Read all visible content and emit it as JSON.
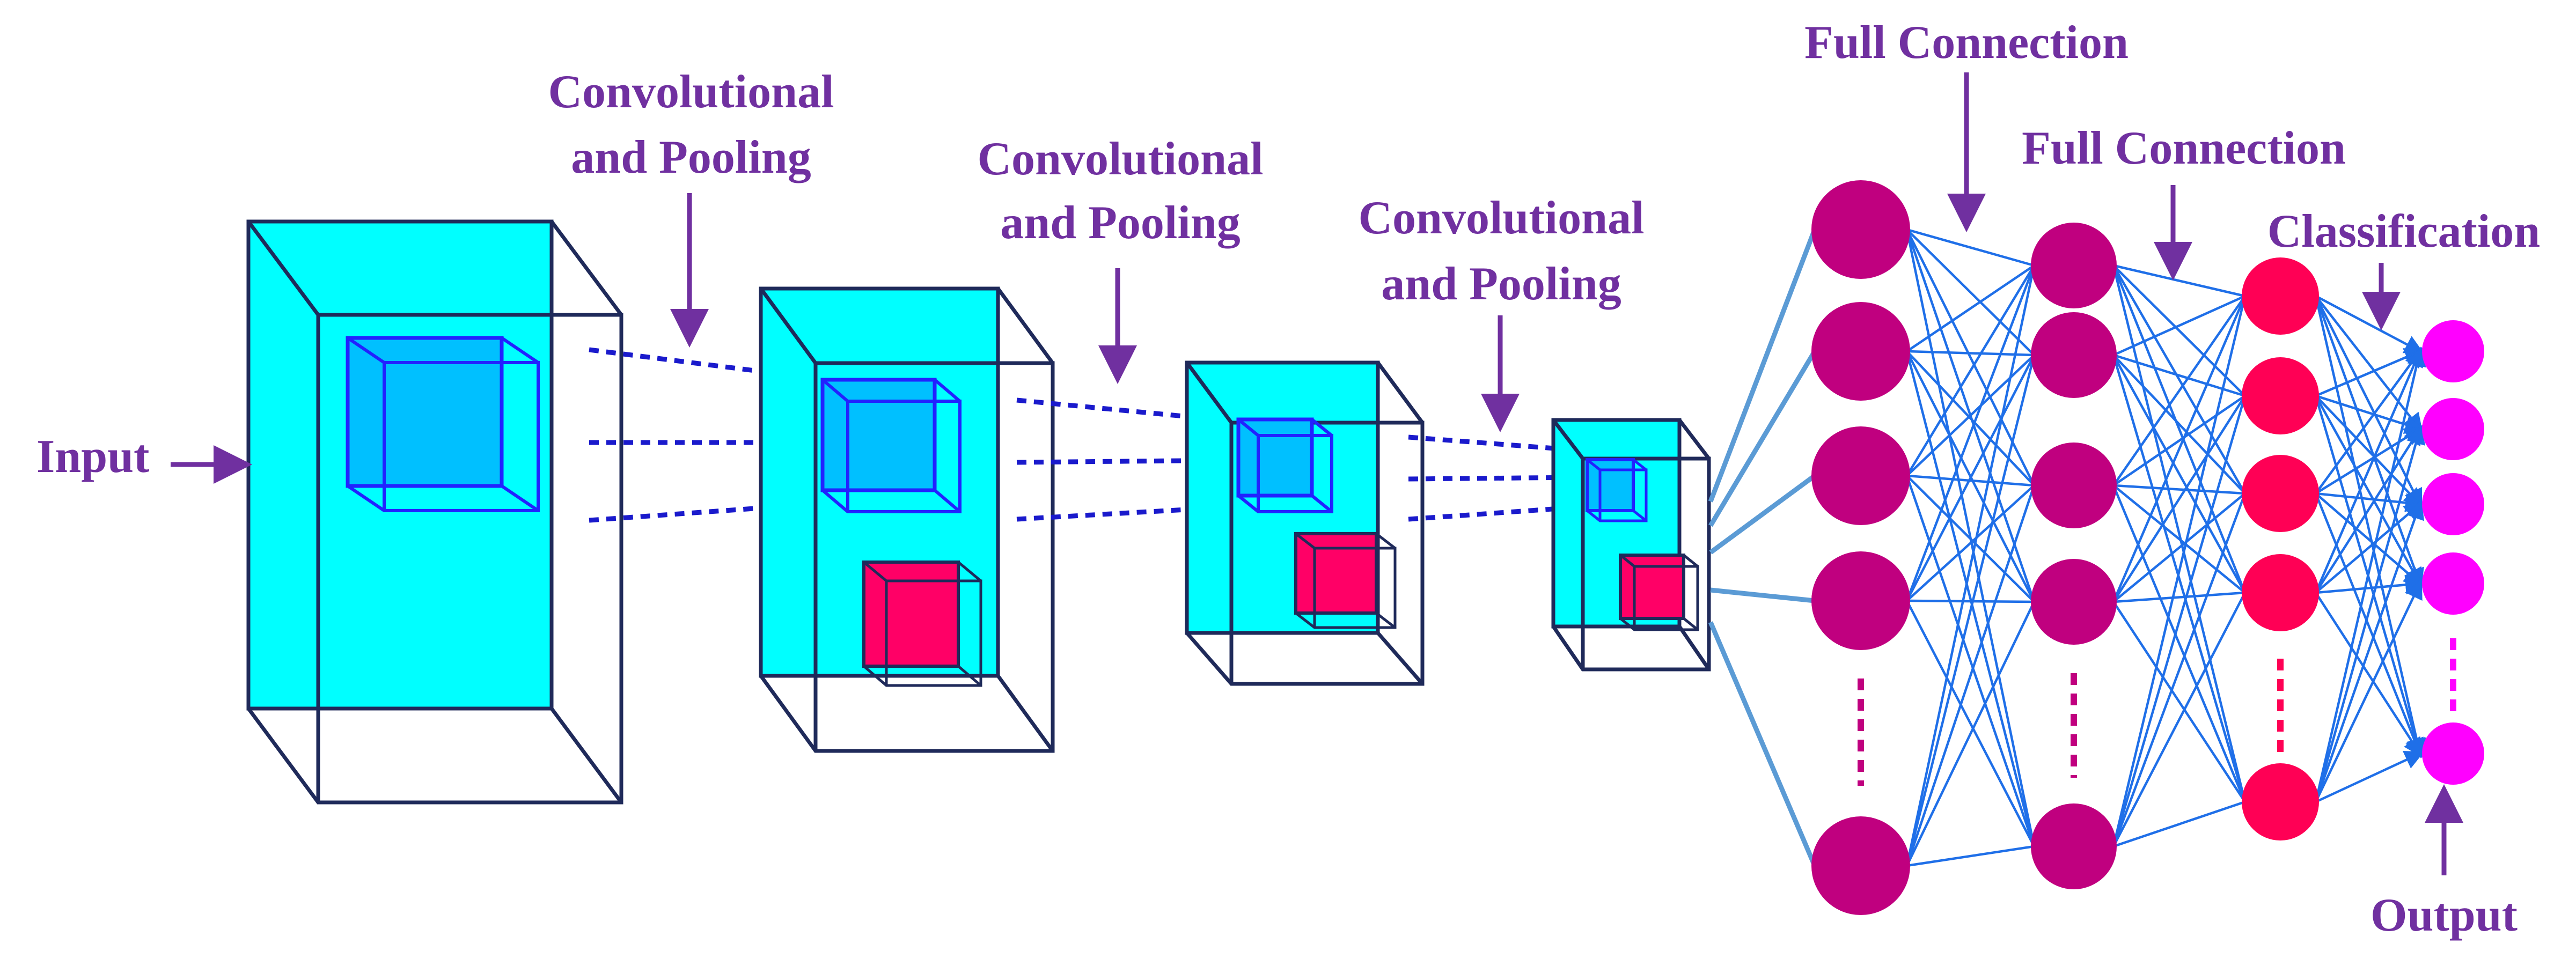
{
  "labels": {
    "input": "Input",
    "conv1_line1": "Convolutional",
    "conv1_line2": "and Pooling",
    "conv2_line1": "Convolutional",
    "conv2_line2": "and Pooling",
    "conv3_line1": "Convolutional",
    "conv3_line2": "and Pooling",
    "fc1": "Full Connection",
    "fc2": "Full Connection",
    "classification": "Classification",
    "output": "Output"
  },
  "colors": {
    "label_text": "#7030a0",
    "box_fill": "#00ffff",
    "box_edge": "#1f2a5a",
    "kernel_fill": "#00c0ff",
    "kernel_edge": "#2222ff",
    "pool_fill": "#ff0066",
    "dash_line": "#1a1acc",
    "fc_neuron": "#c0007f",
    "class_neuron": "#ff0055",
    "output_neuron": "#ff00ff",
    "connection": "#1f6fe8",
    "input_fan": "#5b9bd5"
  },
  "network": {
    "fc1_neurons": 5,
    "fc2_neurons": 5,
    "classification_neurons": 5,
    "output_neurons": 5
  }
}
